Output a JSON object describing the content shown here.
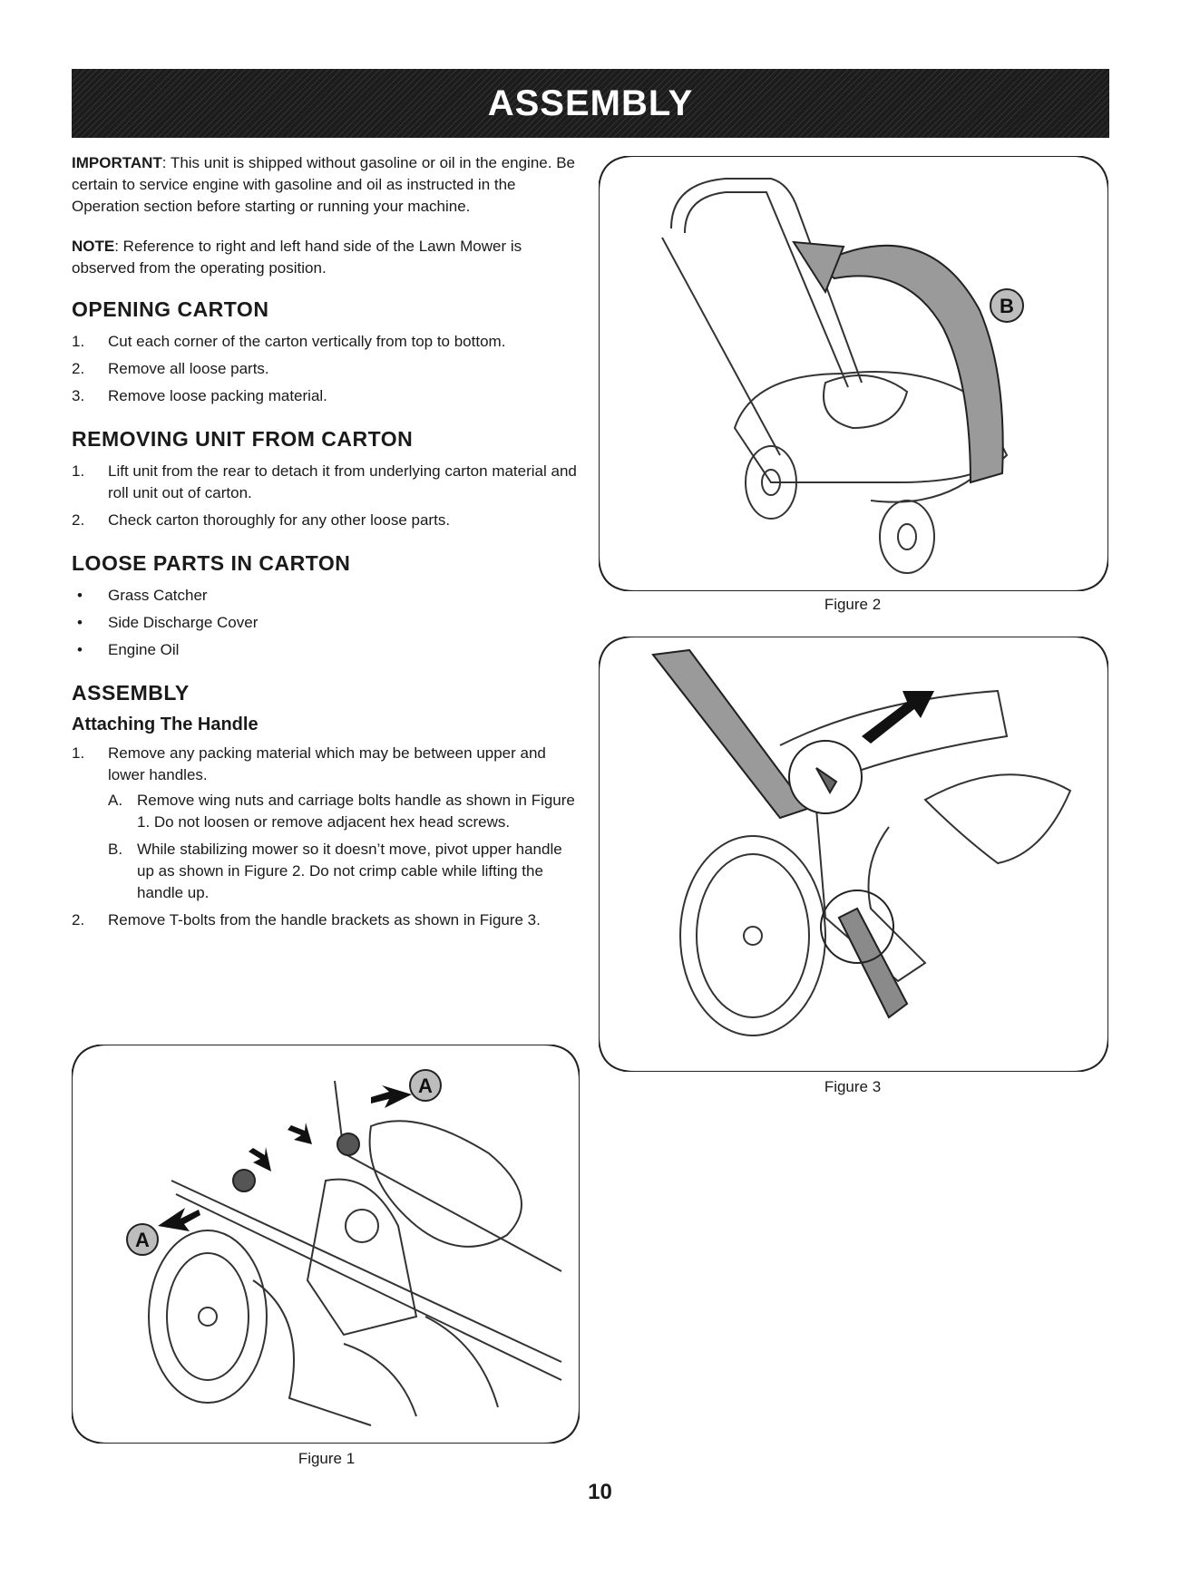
{
  "header": {
    "title": "ASSEMBLY"
  },
  "important": {
    "label": "IMPORTANT",
    "text": ": This unit is shipped without gasoline or oil in the engine. Be certain to service engine with gasoline and oil as instructed in the Operation section before starting or running your machine."
  },
  "note": {
    "label": "NOTE",
    "text": ": Reference to right and left hand side of the Lawn Mower is observed from the operating position."
  },
  "opening_carton": {
    "heading": "OPENING CARTON",
    "steps": [
      {
        "num": "1.",
        "text": "Cut each corner of the carton vertically from top to bottom."
      },
      {
        "num": "2.",
        "text": "Remove all loose parts."
      },
      {
        "num": "3.",
        "text": "Remove loose packing material."
      }
    ]
  },
  "removing_unit": {
    "heading": "REMOVING UNIT FROM CARTON",
    "steps": [
      {
        "num": "1.",
        "text": "Lift unit from the rear to detach it from underlying carton material and roll unit out of carton."
      },
      {
        "num": "2.",
        "text": "Check carton thoroughly for any other loose parts."
      }
    ]
  },
  "loose_parts": {
    "heading": "LOOSE PARTS IN CARTON",
    "bullet": "•",
    "items": [
      "Grass Catcher",
      "Side Discharge Cover",
      "Engine Oil"
    ]
  },
  "assembly": {
    "heading": "ASSEMBLY",
    "subheading": "Attaching The Handle",
    "step1": {
      "num": "1.",
      "text": "Remove any packing material which may be between upper and lower handles."
    },
    "substeps": [
      {
        "num": "A.",
        "text": "Remove wing nuts and carriage bolts handle as shown in Figure 1. Do not loosen or remove adjacent hex head screws."
      },
      {
        "num": "B.",
        "text": "While stabilizing mower so it doesn’t move, pivot upper handle up as shown in Figure 2. Do not crimp cable while lifting the handle up."
      }
    ],
    "step2": {
      "num": "2.",
      "text": "Remove T-bolts from the handle brackets as shown in Figure 3."
    }
  },
  "figures": {
    "fig1": {
      "caption": "Figure 1",
      "callout": "A"
    },
    "fig2": {
      "caption": "Figure 2",
      "callout": "B"
    },
    "fig3": {
      "caption": "Figure 3"
    }
  },
  "page_number": "10"
}
